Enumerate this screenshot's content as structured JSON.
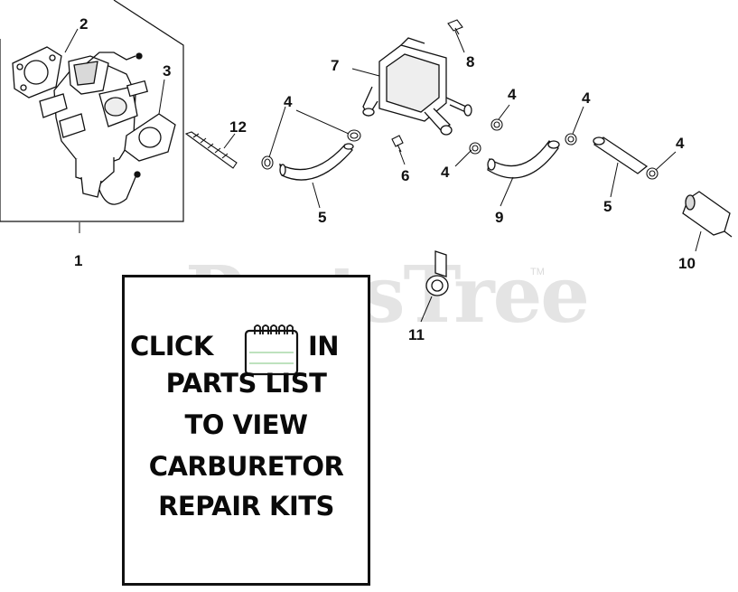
{
  "diagram": {
    "watermark": "PartsTree",
    "trademark": "TM",
    "labels": {
      "l1": "1",
      "l2": "2",
      "l3": "3",
      "l4a": "4",
      "l4b": "4",
      "l4c": "4",
      "l4d": "4",
      "l4e": "4",
      "l5a": "5",
      "l5b": "5",
      "l6": "6",
      "l7": "7",
      "l8": "8",
      "l9": "9",
      "l10": "10",
      "l11": "11",
      "l12": "12"
    }
  },
  "callout": {
    "line1_left": "CLICK",
    "line1_right": "IN",
    "line2": "PARTS LIST",
    "line3": "TO VIEW",
    "line4": "CARBURETOR",
    "line5": "REPAIR KITS",
    "icon": "notebook-icon"
  }
}
